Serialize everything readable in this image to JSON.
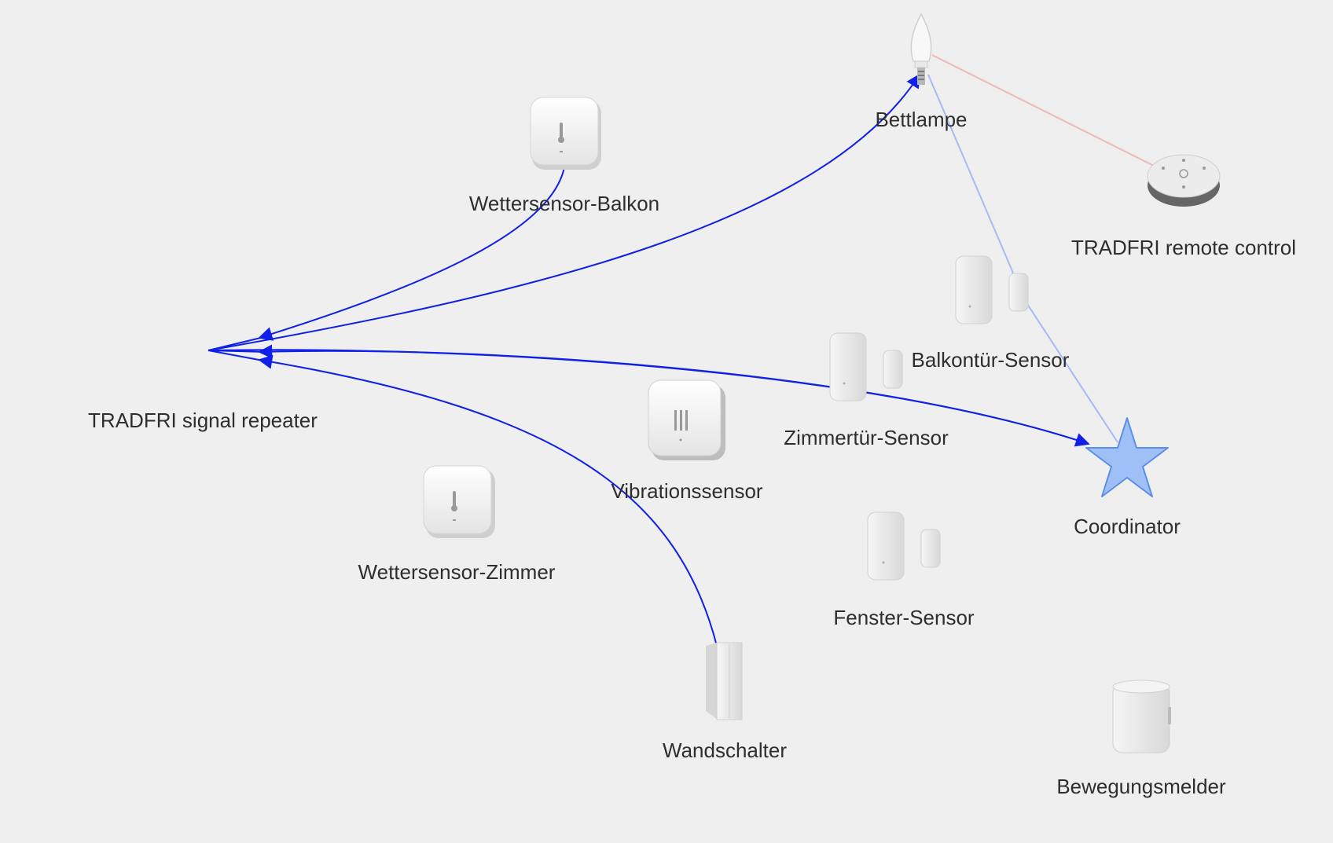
{
  "colors": {
    "background": "#efefef",
    "route_edge": "#1020e8",
    "neighbor_edge": "#a9b9f4",
    "remote_link": "#f2b5b5",
    "coordinator_fill": "#9ec0f7",
    "coordinator_stroke": "#5b8fe6",
    "label": "#2e2e2e"
  },
  "nodes": {
    "coordinator": {
      "label": "Coordinator",
      "icon": "star-icon"
    },
    "repeater": {
      "label": "TRADFRI signal repeater",
      "icon": "repeater-icon"
    },
    "bettlampe": {
      "label": "Bettlampe",
      "icon": "light-bulb-icon"
    },
    "remote": {
      "label": "TRADFRI remote control",
      "icon": "remote-control-icon"
    },
    "wetter_balkon": {
      "label": "Wettersensor-Balkon",
      "icon": "thermometer-sensor-icon"
    },
    "balkontuer": {
      "label": "Balkontür-Sensor",
      "icon": "door-sensor-icon"
    },
    "zimmertuer": {
      "label": "Zimmertür-Sensor",
      "icon": "door-sensor-icon"
    },
    "vibration": {
      "label": "Vibrationssensor",
      "icon": "vibration-sensor-icon"
    },
    "wetter_zimmer": {
      "label": "Wettersensor-Zimmer",
      "icon": "thermometer-sensor-icon"
    },
    "fenster": {
      "label": "Fenster-Sensor",
      "icon": "door-sensor-icon"
    },
    "wandschalter": {
      "label": "Wandschalter",
      "icon": "wall-switch-icon"
    },
    "bewegung": {
      "label": "Bewegungsmelder",
      "icon": "motion-sensor-icon"
    }
  },
  "edges": [
    {
      "from": "wetter_balkon",
      "to": "repeater",
      "type": "route"
    },
    {
      "from": "repeater",
      "to": "bettlampe",
      "type": "route"
    },
    {
      "from": "repeater",
      "to": "coordinator",
      "type": "route"
    },
    {
      "from": "wandschalter",
      "to": "repeater",
      "type": "route"
    },
    {
      "from": "bettlampe",
      "to": "coordinator",
      "type": "neighbor"
    },
    {
      "from": "bettlampe",
      "to": "remote",
      "type": "remote-link"
    }
  ]
}
